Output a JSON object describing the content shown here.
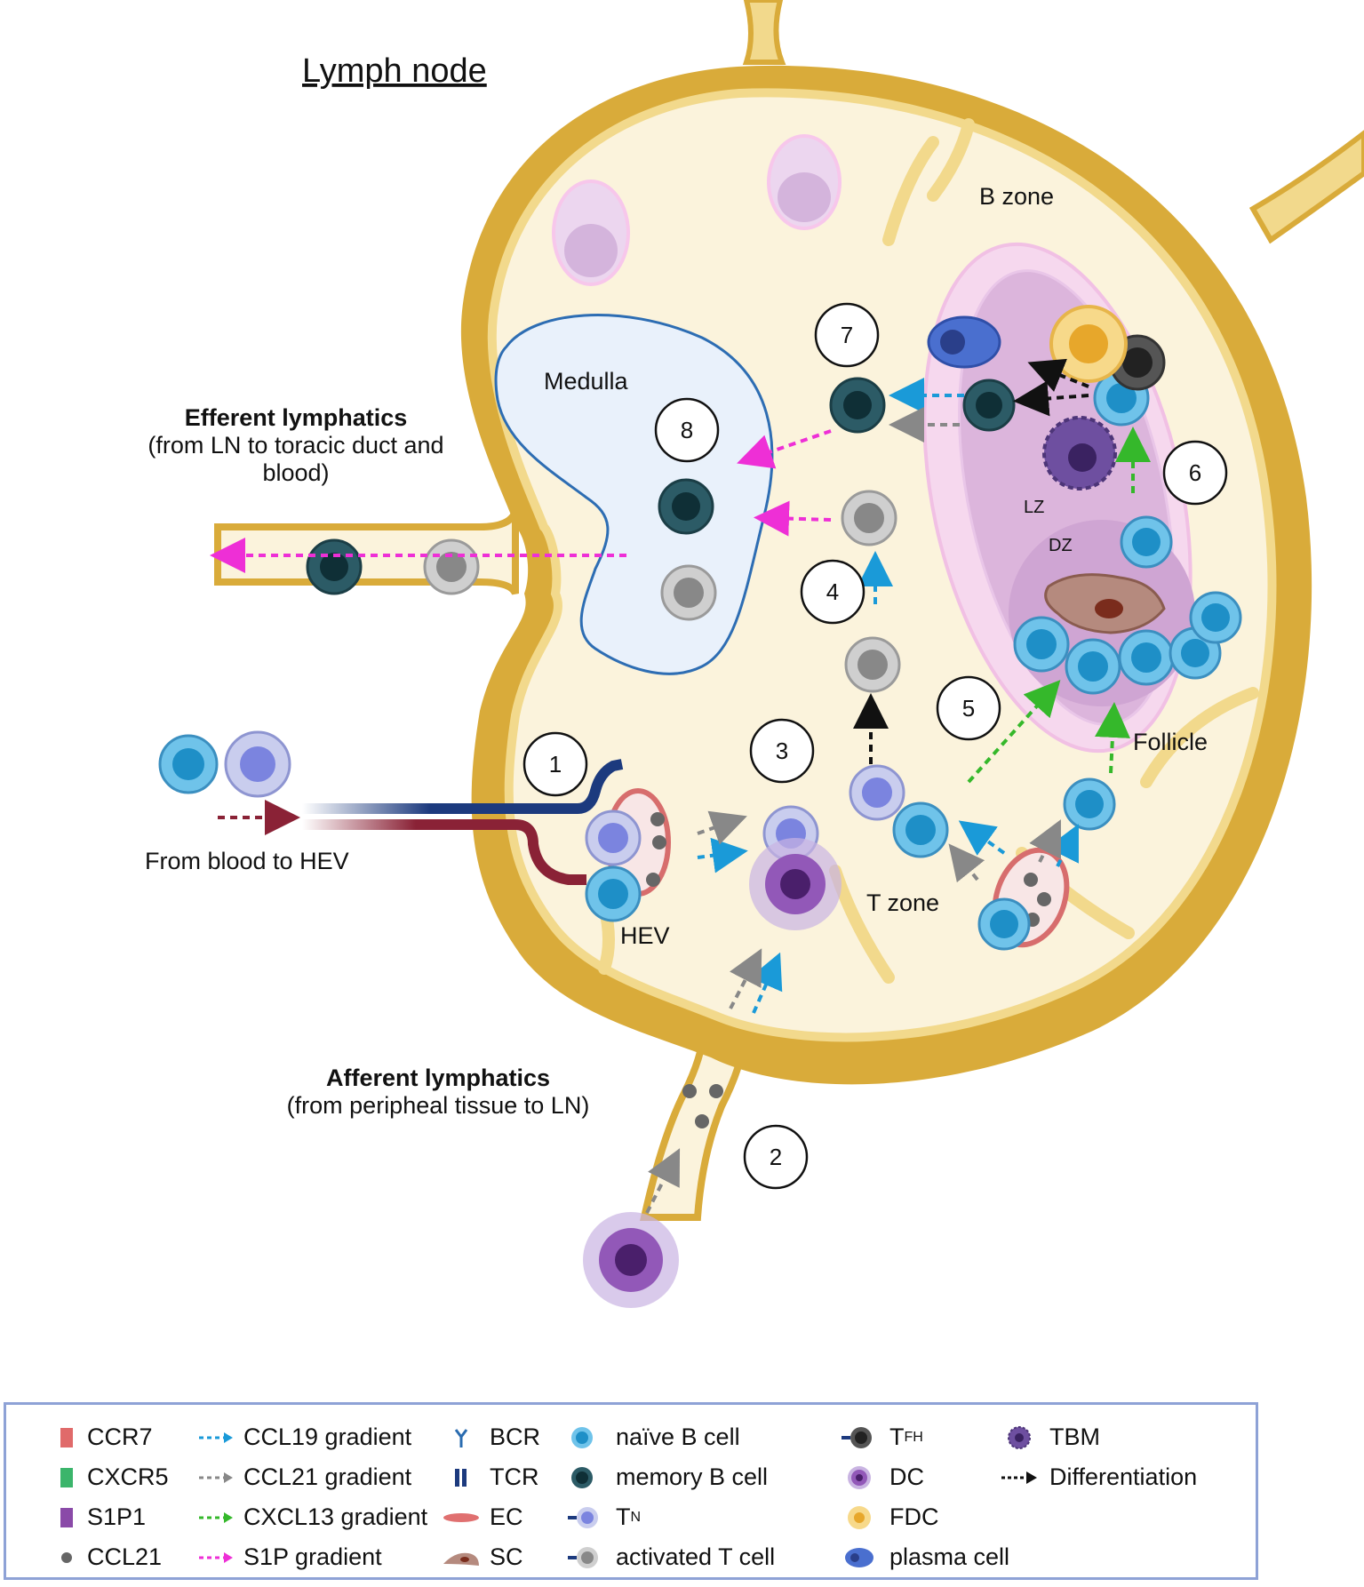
{
  "title": "Lymph node",
  "labels": {
    "b_zone": "B zone",
    "medulla": "Medulla",
    "lz": "LZ",
    "dz": "DZ",
    "follicle": "Follicle",
    "t_zone": "T zone",
    "hev": "HEV",
    "from_blood": "From blood to HEV",
    "efferent_title": "Efferent lymphatics",
    "efferent_sub1": "(from LN to toracic duct and",
    "efferent_sub2": "blood)",
    "afferent_title": "Afferent lymphatics",
    "afferent_sub": "(from peripheal tissue to LN)"
  },
  "steps": [
    "1",
    "2",
    "3",
    "4",
    "5",
    "6",
    "7",
    "8"
  ],
  "colors": {
    "capsule": "#d9ab3a",
    "capsule_light": "#f2d98c",
    "interior": "#fbf3dc",
    "medulla_fill": "#e9f1fb",
    "medulla_stroke": "#2d6db3",
    "follicle_outer": "#f6d8ee",
    "follicle_inner": "#dcb5dc",
    "dz": "#cfa5d3",
    "ccl19": "#1a9ad8",
    "ccl21": "#888888",
    "cxcl13": "#35b82b",
    "s1p": "#ee2fd6",
    "differentiation": "#111111",
    "blood_blue": "#1c3a7e",
    "blood_red": "#8a2236"
  },
  "legend": {
    "receptors": [
      {
        "icon": "ccr7-icon",
        "label": "CCR7"
      },
      {
        "icon": "cxcr5-icon",
        "label": "CXCR5"
      },
      {
        "icon": "s1p1-icon",
        "label": "S1P1"
      },
      {
        "icon": "ccl21-dot-icon",
        "label": "CCL21"
      }
    ],
    "gradients": [
      {
        "icon": "ccl19-arrow-icon",
        "label": "CCL19 gradient"
      },
      {
        "icon": "ccl21-arrow-icon",
        "label": "CCL21 gradient"
      },
      {
        "icon": "cxcl13-arrow-icon",
        "label": "CXCL13 gradient"
      },
      {
        "icon": "s1p-arrow-icon",
        "label": "S1P gradient"
      }
    ],
    "structures": [
      {
        "icon": "bcr-icon",
        "label": "BCR"
      },
      {
        "icon": "tcr-icon",
        "label": "TCR"
      },
      {
        "icon": "ec-icon",
        "label": "EC"
      },
      {
        "icon": "sc-icon",
        "label": "SC"
      }
    ],
    "cells": [
      {
        "icon": "naive-b-cell-icon",
        "label": "naïve B cell"
      },
      {
        "icon": "memory-b-cell-icon",
        "label": "memory  B cell"
      },
      {
        "icon": "tn-icon",
        "label": "T",
        "sub": "N"
      },
      {
        "icon": "activated-t-cell-icon",
        "label": "activated T cell"
      }
    ],
    "cells2": [
      {
        "icon": "tfh-icon",
        "label": "T",
        "sub": "FH"
      },
      {
        "icon": "dc-icon",
        "label": "DC"
      },
      {
        "icon": "fdc-icon",
        "label": "FDC"
      },
      {
        "icon": "plasma-cell-icon",
        "label": "plasma cell"
      }
    ],
    "other": [
      {
        "icon": "tbm-icon",
        "label": "TBM"
      },
      {
        "icon": "differentiation-arrow-icon",
        "label": "Differentiation"
      }
    ]
  }
}
